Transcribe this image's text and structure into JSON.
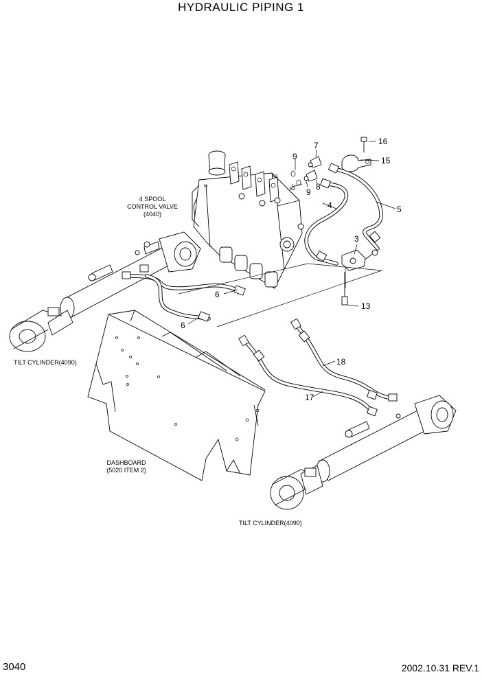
{
  "title": "HYDRAULIC PIPING 1",
  "page_number": "3040",
  "revision": "2002.10.31 REV.1",
  "components": {
    "control_valve": [
      "4 SPOOL",
      "CONTROL VALVE",
      "(4040)"
    ],
    "tilt_cylinder_left": "TILT CYLINDER(4090)",
    "tilt_cylinder_right": "TILT CYLINDER(4090)",
    "dashboard": [
      "DASHBOARD",
      "(5020 ITEM 2)"
    ],
    "port_a2": "A2",
    "port_b2": "B2"
  },
  "callouts": [
    "16",
    "7",
    "9",
    "15",
    "8",
    "9",
    "4",
    "5",
    "3",
    "6",
    "6",
    "13",
    "18",
    "17"
  ]
}
